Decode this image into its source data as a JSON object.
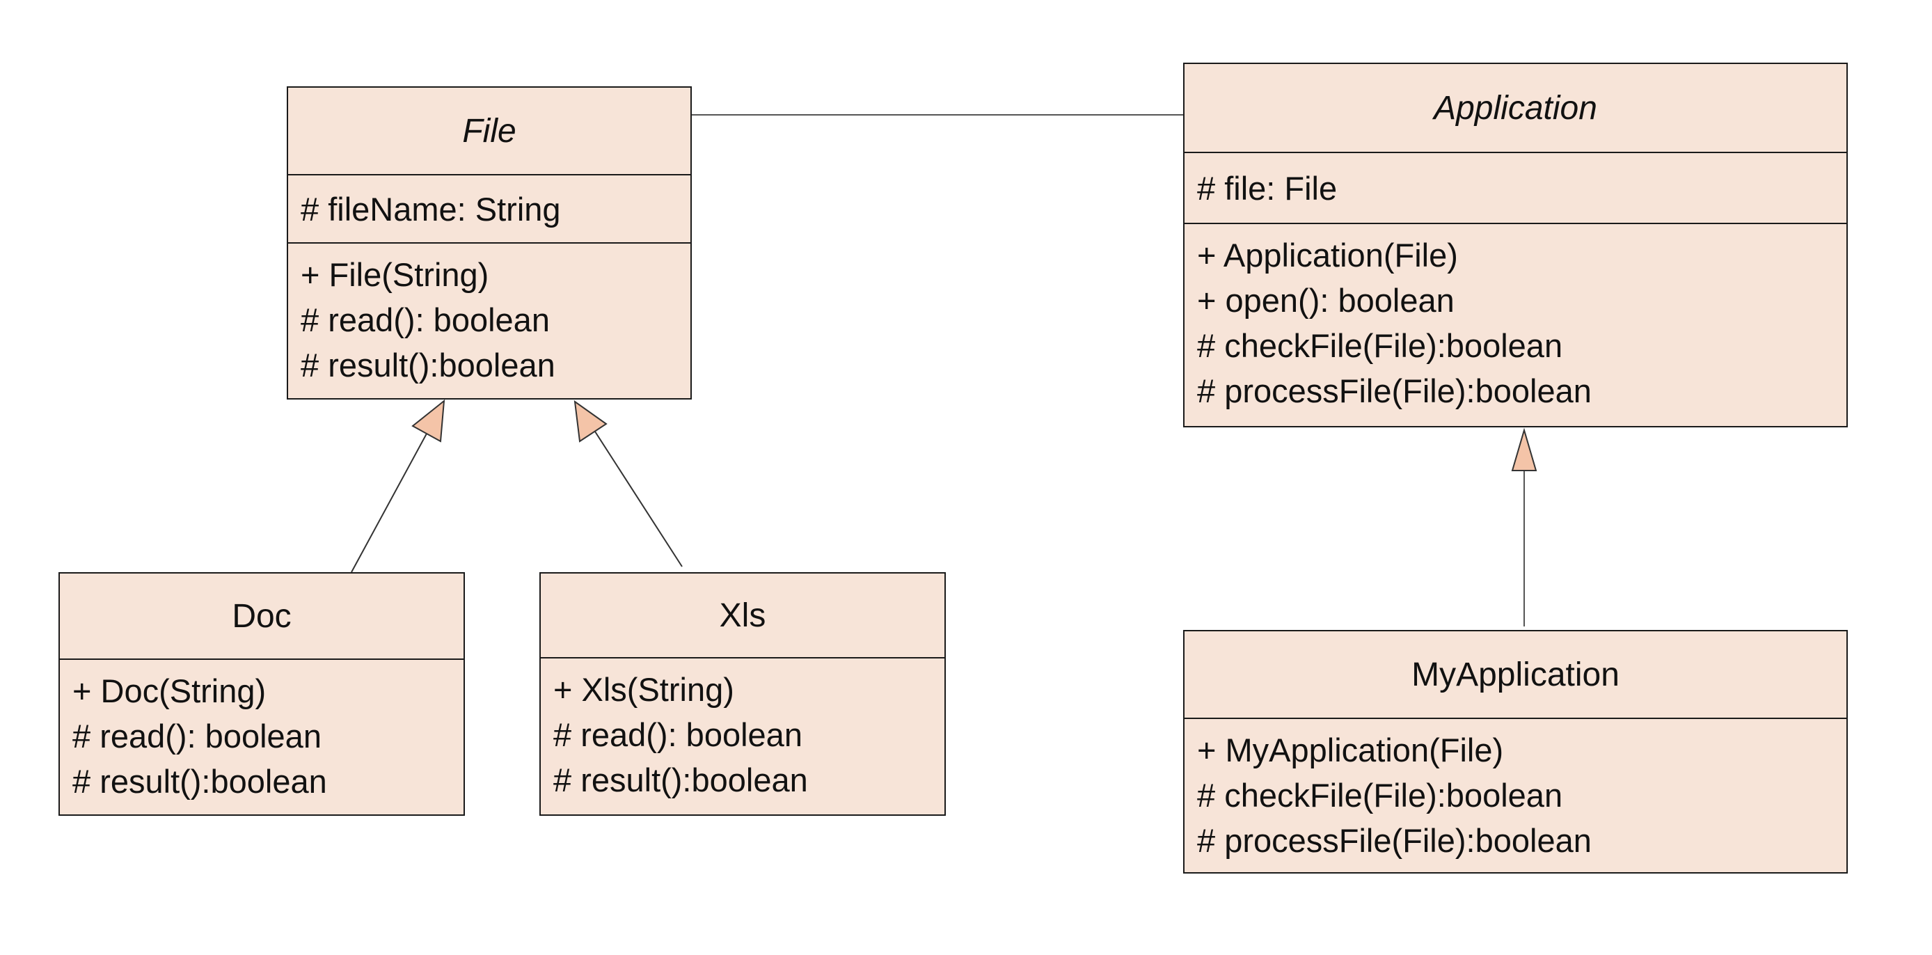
{
  "colors": {
    "class_fill": "#f7e4d8",
    "class_border": "#1a1a1a",
    "arrowhead_fill": "#f4c4a8",
    "connector": "#333333"
  },
  "classes": {
    "file": {
      "name": "File",
      "abstract": true,
      "attributes": [
        "# fileName: String"
      ],
      "operations": [
        "+ File(String)",
        "# read(): boolean",
        "# result():boolean"
      ]
    },
    "application": {
      "name": "Application",
      "abstract": true,
      "attributes": [
        "# file: File"
      ],
      "operations": [
        "+ Application(File)",
        "+ open(): boolean",
        "# checkFile(File):boolean",
        "# processFile(File):boolean"
      ]
    },
    "doc": {
      "name": "Doc",
      "abstract": false,
      "operations": [
        "+ Doc(String)",
        "# read(): boolean",
        "# result():boolean"
      ]
    },
    "xls": {
      "name": "Xls",
      "abstract": false,
      "operations": [
        "+ Xls(String)",
        "# read(): boolean",
        "# result():boolean"
      ]
    },
    "myapplication": {
      "name": "MyApplication",
      "abstract": false,
      "operations": [
        "+ MyApplication(File)",
        "# checkFile(File):boolean",
        "# processFile(File):boolean"
      ]
    }
  },
  "relationships": [
    {
      "type": "association",
      "from": "File",
      "to": "Application"
    },
    {
      "type": "generalization",
      "from": "Doc",
      "to": "File"
    },
    {
      "type": "generalization",
      "from": "Xls",
      "to": "File"
    },
    {
      "type": "generalization",
      "from": "MyApplication",
      "to": "Application"
    }
  ]
}
